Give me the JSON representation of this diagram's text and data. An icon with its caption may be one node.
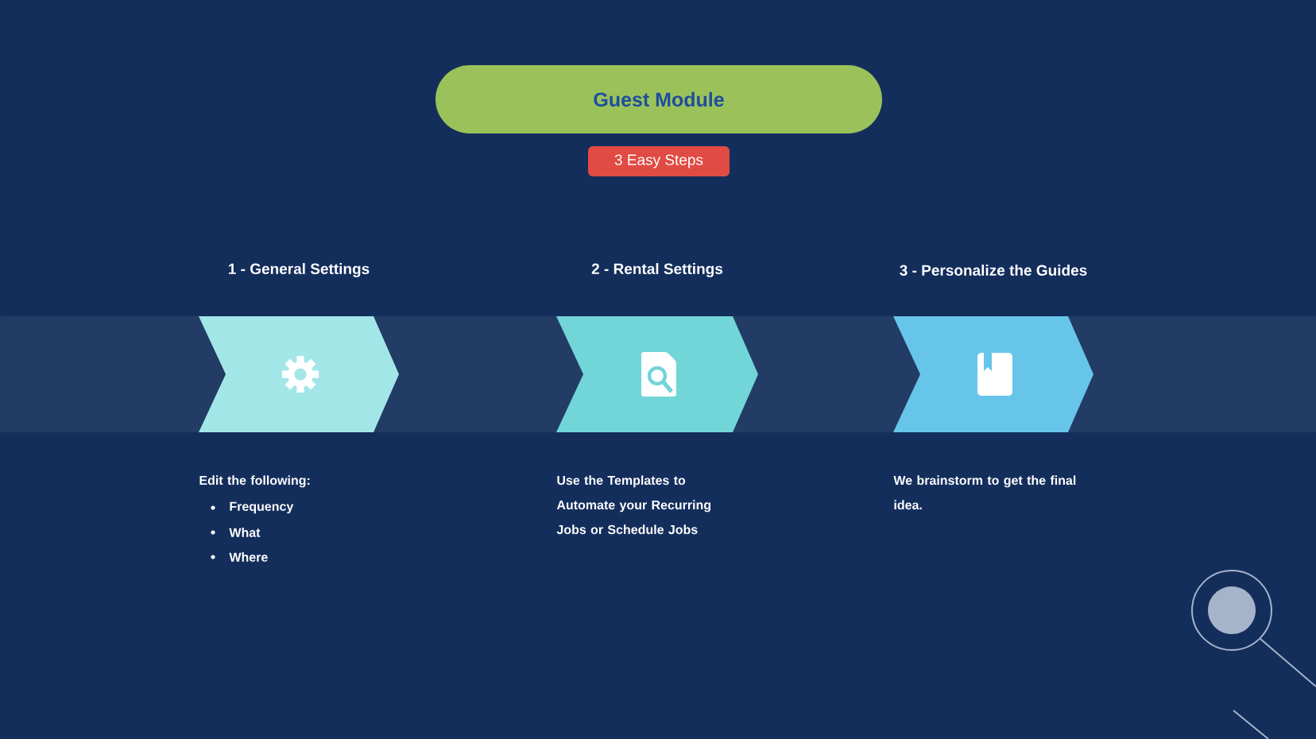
{
  "diagram": {
    "nodes": [
      {
        "text": [
          "Guest Module"
        ]
      },
      {
        "text": [
          "3 Easy Steps"
        ]
      },
      {
        "text": [
          "1 - General Settings"
        ],
        "beside": [
          "Edit the following:",
          "Frequency",
          "What",
          "Where"
        ]
      },
      {
        "text": [
          "2 - Rental Settings"
        ],
        "beside": [
          "Use the Templates to Automate your Recurring Jobs or Schedule Jobs"
        ]
      },
      {
        "text": [
          "3 - Personalize the Guides"
        ],
        "beside": [
          "We brainstorm to get the final idea."
        ]
      }
    ]
  }
}
